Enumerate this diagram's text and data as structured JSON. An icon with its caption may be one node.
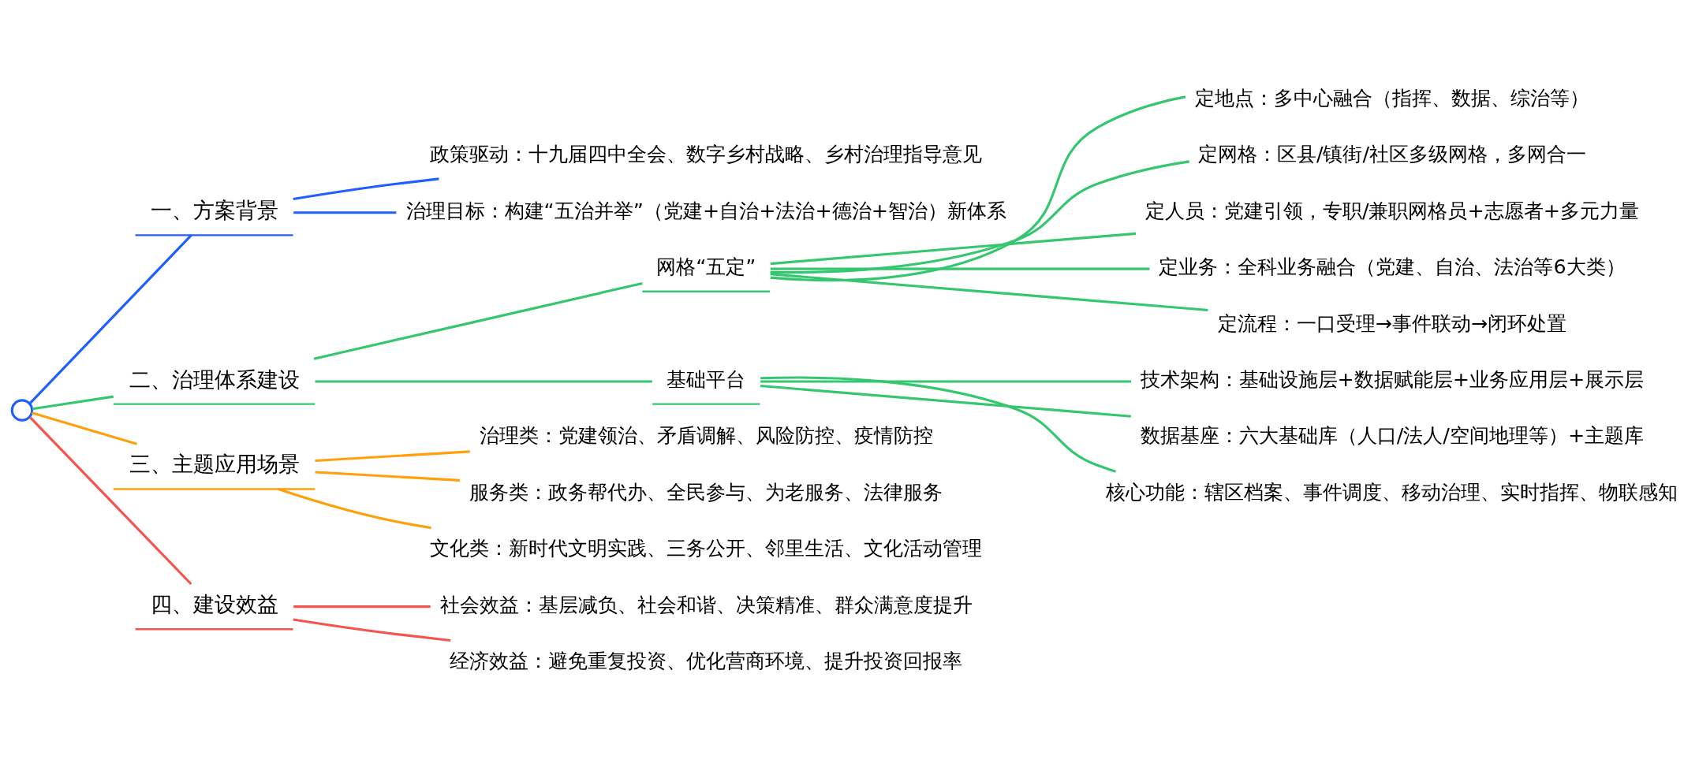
{
  "diagram": {
    "nodes": [
      {
        "text": [],
        "shape": "circle"
      },
      {
        "text": [
          "一、方案背景"
        ]
      },
      {
        "text": [
          "政策驱动：十九届四中全会、数字乡村战略、乡村治理指导意见"
        ]
      },
      {
        "text": [
          "治理目标：构建“五治并举”（党建+自治+法治+德治+智治）新体系"
        ]
      },
      {
        "text": [
          "二、治理体系建设"
        ]
      },
      {
        "text": [
          "网格“五定”"
        ]
      },
      {
        "text": [
          "定地点：多中心融合（指挥、数据、综治等）"
        ]
      },
      {
        "text": [
          "定网格：区县/镇街/社区多级网格，多网合一"
        ]
      },
      {
        "text": [
          "定人员：党建引领，专职/兼职网格员+志愿者+多元力量"
        ]
      },
      {
        "text": [
          "定业务：全科业务融合（党建、自治、法治等6大类）"
        ]
      },
      {
        "text": [
          "定流程：一口受理→事件联动→闭环处置"
        ]
      },
      {
        "text": [
          "基础平台"
        ]
      },
      {
        "text": [
          "技术架构：基础设施层+数据赋能层+业务应用层+展示层"
        ]
      },
      {
        "text": [
          "数据基座：六大基础库（人口/法人/空间地理等）+主题库"
        ]
      },
      {
        "text": [
          "核心功能：辖区档案、事件调度、移动治理、实时指挥、物联感知"
        ]
      },
      {
        "text": [
          "三、主题应用场景"
        ]
      },
      {
        "text": [
          "治理类：党建领治、矛盾调解、风险防控、疫情防控"
        ]
      },
      {
        "text": [
          "服务类：政务帮代办、全民参与、为老服务、法律服务"
        ]
      },
      {
        "text": [
          "文化类：新时代文明实践、三务公开、邻里生活、文化活动管理"
        ]
      },
      {
        "text": [
          "四、建设效益"
        ]
      },
      {
        "text": [
          "社会效益：基层减负、社会和谐、决策精准、群众满意度提升"
        ]
      },
      {
        "text": [
          "经济效益：避免重复投资、优化营商环境、提升投资回报率"
        ]
      }
    ],
    "edges": [
      {
        "from": 0,
        "to": 1,
        "arrow": "none",
        "color": "#1f5eff"
      },
      {
        "from": 1,
        "to": 2,
        "arrow": "none",
        "color": "#1f5eff"
      },
      {
        "from": 1,
        "to": 3,
        "arrow": "none",
        "color": "#1f5eff"
      },
      {
        "from": 0,
        "to": 4,
        "arrow": "none",
        "color": "#34c76f"
      },
      {
        "from": 4,
        "to": 5,
        "arrow": "none",
        "color": "#34c76f"
      },
      {
        "from": 5,
        "to": 6,
        "arrow": "none",
        "color": "#34c76f"
      },
      {
        "from": 5,
        "to": 7,
        "arrow": "none",
        "color": "#34c76f"
      },
      {
        "from": 5,
        "to": 8,
        "arrow": "none",
        "color": "#34c76f"
      },
      {
        "from": 5,
        "to": 9,
        "arrow": "none",
        "color": "#34c76f"
      },
      {
        "from": 5,
        "to": 10,
        "arrow": "none",
        "color": "#34c76f"
      },
      {
        "from": 4,
        "to": 11,
        "arrow": "none",
        "color": "#34c76f"
      },
      {
        "from": 11,
        "to": 12,
        "arrow": "none",
        "color": "#34c76f"
      },
      {
        "from": 11,
        "to": 13,
        "arrow": "none",
        "color": "#34c76f"
      },
      {
        "from": 11,
        "to": 14,
        "arrow": "none",
        "color": "#34c76f"
      },
      {
        "from": 0,
        "to": 15,
        "arrow": "none",
        "color": "#ff9f0a"
      },
      {
        "from": 15,
        "to": 16,
        "arrow": "none",
        "color": "#ff9f0a"
      },
      {
        "from": 15,
        "to": 17,
        "arrow": "none",
        "color": "#ff9f0a"
      },
      {
        "from": 15,
        "to": 18,
        "arrow": "none",
        "color": "#ff9f0a"
      },
      {
        "from": 0,
        "to": 19,
        "arrow": "none",
        "color": "#f5544d"
      },
      {
        "from": 19,
        "to": 20,
        "arrow": "none",
        "color": "#f5544d"
      },
      {
        "from": 19,
        "to": 21,
        "arrow": "none",
        "color": "#f5544d"
      }
    ]
  }
}
